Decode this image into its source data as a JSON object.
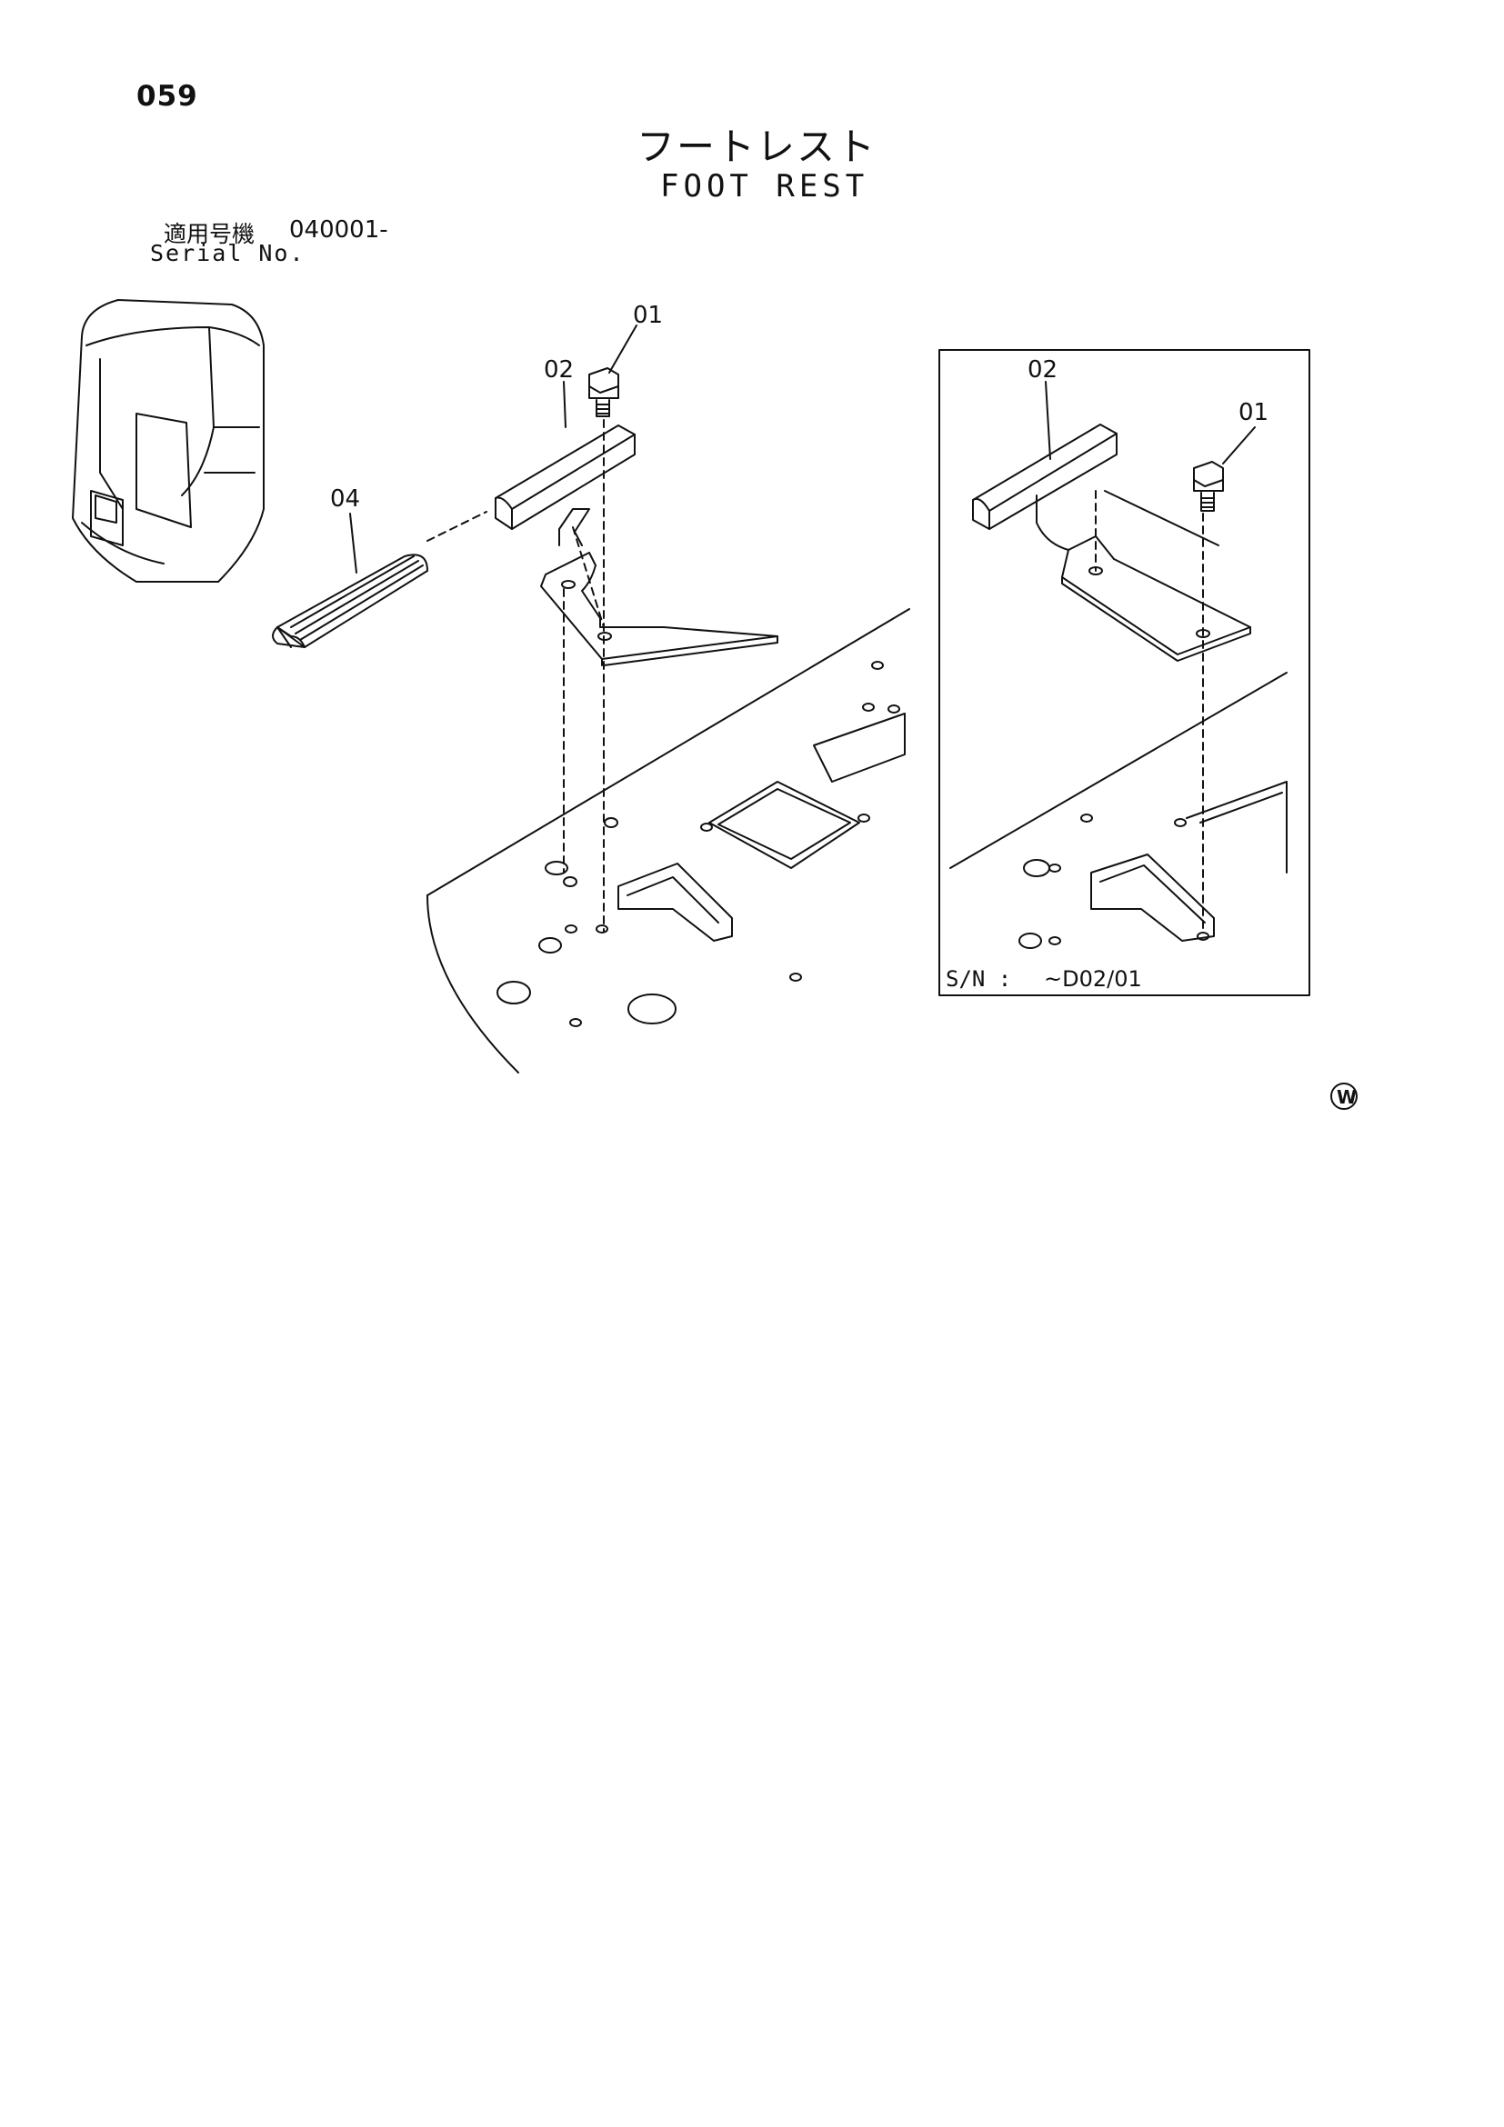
{
  "page": {
    "page_number": "059"
  },
  "title": {
    "japanese": "フートレスト",
    "english": "FOOT REST"
  },
  "serial": {
    "label_ja": "適用号機",
    "label_en": "Serial No.",
    "value": "040001-"
  },
  "callouts": {
    "main": [
      "01",
      "02",
      "04"
    ],
    "inset": [
      "02",
      "01"
    ]
  },
  "inset": {
    "sn_label": "S/N :",
    "sn_value": "~D02/01"
  },
  "mark": {
    "symbol": "Ⓦ"
  },
  "icons": [
    "cab-icon",
    "bolt-icon",
    "foot-rest-bracket-icon",
    "rubber-grip-icon",
    "floor-plate-icon"
  ]
}
